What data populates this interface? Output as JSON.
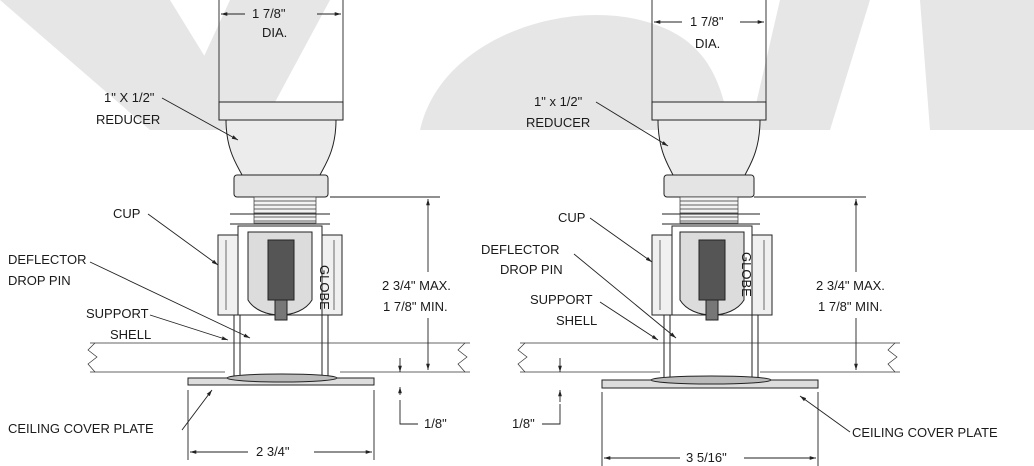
{
  "left": {
    "top_dim": "1 7/8\"",
    "top_dim_sub": "DIA.",
    "reducer_l1": "1\" X 1/2\"",
    "reducer_l2": "REDUCER",
    "cup": "CUP",
    "deflector_l1": "DEFLECTOR",
    "deflector_l2": "DROP PIN",
    "support_l1": "SUPPORT",
    "support_l2": "SHELL",
    "height_l1": "2 3/4\" MAX.",
    "height_l2": "1 7/8\" MIN.",
    "cover_plate": "CEILING COVER PLATE",
    "gap": "1/8\"",
    "bottom_dim": "2 3/4\""
  },
  "right": {
    "top_dim": "1 7/8\"",
    "top_dim_sub": "DIA.",
    "reducer_l1": "1\" x 1/2\"",
    "reducer_l2": "REDUCER",
    "cup": "CUP",
    "deflector_l1": "DEFLECTOR",
    "deflector_l2": "DROP PIN",
    "support_l1": "SUPPORT",
    "support_l2": "SHELL",
    "height_l1": "2 3/4\" MAX.",
    "height_l2": "1 7/8\" MIN.",
    "cover_plate": "CEILING COVER PLATE",
    "gap": "1/8\"",
    "bottom_dim": "3 5/16\""
  },
  "frame_text": "GLOBE",
  "colors": {
    "watermark": "#e6e6e6",
    "line": "#222222",
    "fill_light": "#e9e9e9",
    "fill_dark": "#555555"
  }
}
